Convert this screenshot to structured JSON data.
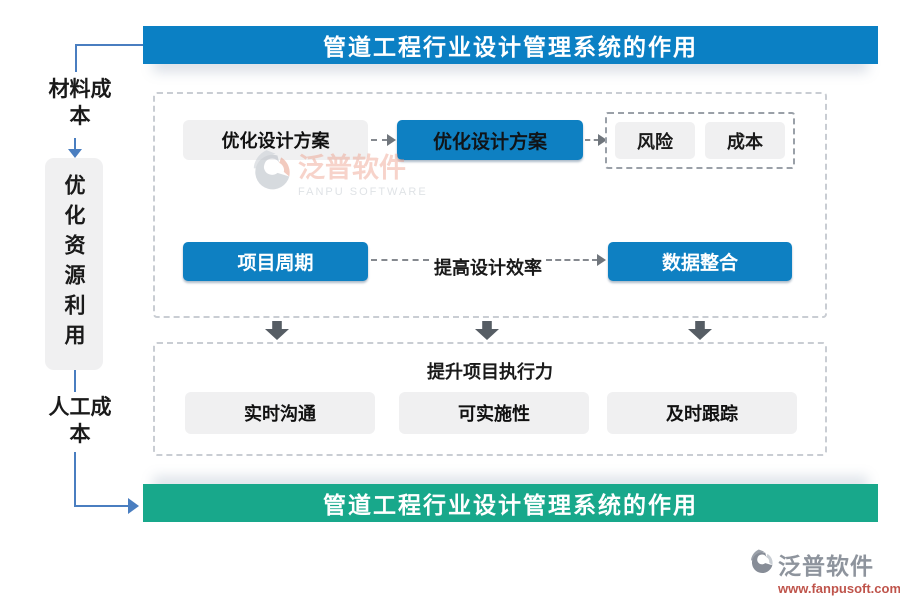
{
  "banner_top": {
    "text": "管道工程行业设计管理系统的作用"
  },
  "banner_bottom": {
    "text": "管道工程行业设计管理系统的作用"
  },
  "left_flow": {
    "top_label": "材料成本",
    "box_label": "优化资源利用",
    "bottom_label": "人工成本"
  },
  "diagram": {
    "row1": {
      "box1": "优化设计方案",
      "box2": "优化设计方案",
      "group": [
        "风险",
        "成本"
      ]
    },
    "row2": {
      "box1": "项目周期",
      "connector_label": "提高设计效率",
      "box2": "数据整合"
    },
    "bottom": {
      "title": "提升项目执行力",
      "boxes": [
        "实时沟通",
        "可实施性",
        "及时跟踪"
      ]
    }
  },
  "watermark": {
    "name": "泛普软件",
    "sub": "FANPU SOFTWARE"
  },
  "logo": {
    "name": "泛普软件",
    "url": "www.fanpusoft.com"
  },
  "icons": {
    "down_arrow": "block-down-arrow",
    "flow_arrow": "dashed-right-arrow",
    "brand": "fanpu-swoosh-logo"
  },
  "colors": {
    "banner_blue": "#0b80c4",
    "banner_green": "#18a88b",
    "box_blue": "#0e80c2",
    "box_gray": "#f0f0f1",
    "connector_blue": "#4a7ec0",
    "arrow_dark": "#565d64"
  }
}
